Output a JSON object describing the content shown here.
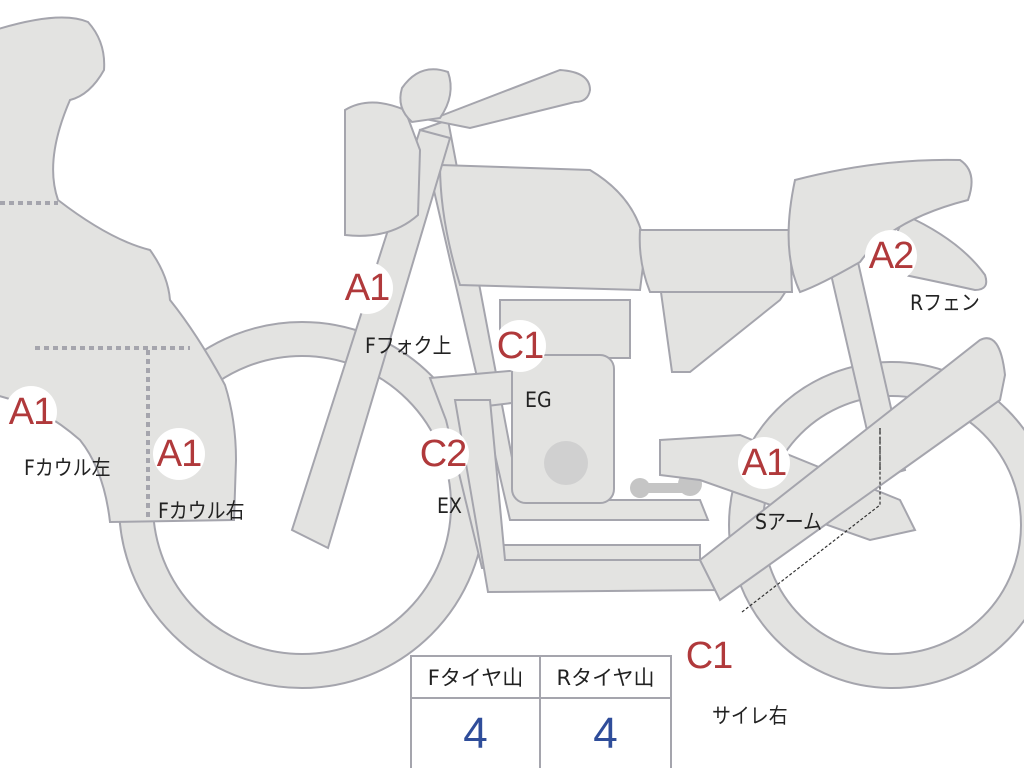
{
  "markers": [
    {
      "id": "f-cowl-left",
      "grade": "A1",
      "part": "Fカウル左"
    },
    {
      "id": "f-cowl-right",
      "grade": "A1",
      "part": "Fカウル右"
    },
    {
      "id": "f-fork-upper",
      "grade": "A1",
      "part": "Fフォク上"
    },
    {
      "id": "engine",
      "grade": "C1",
      "part": "EG"
    },
    {
      "id": "exhaust",
      "grade": "C2",
      "part": "EX"
    },
    {
      "id": "swingarm",
      "grade": "A1",
      "part": "Sアーム"
    },
    {
      "id": "r-fender",
      "grade": "A2",
      "part": "Rフェン"
    },
    {
      "id": "silencer-right",
      "grade": "C1",
      "part": "サイレ右"
    }
  ],
  "tire_table": {
    "front_header": "Fタイヤ山",
    "rear_header": "Rタイヤ山",
    "front_value": "4",
    "rear_value": "4"
  },
  "colors": {
    "body_fill": "#e3e3e1",
    "outline": "#a5a5ad",
    "grade_text": "#b0393b",
    "value_text": "#2f4d9a"
  }
}
